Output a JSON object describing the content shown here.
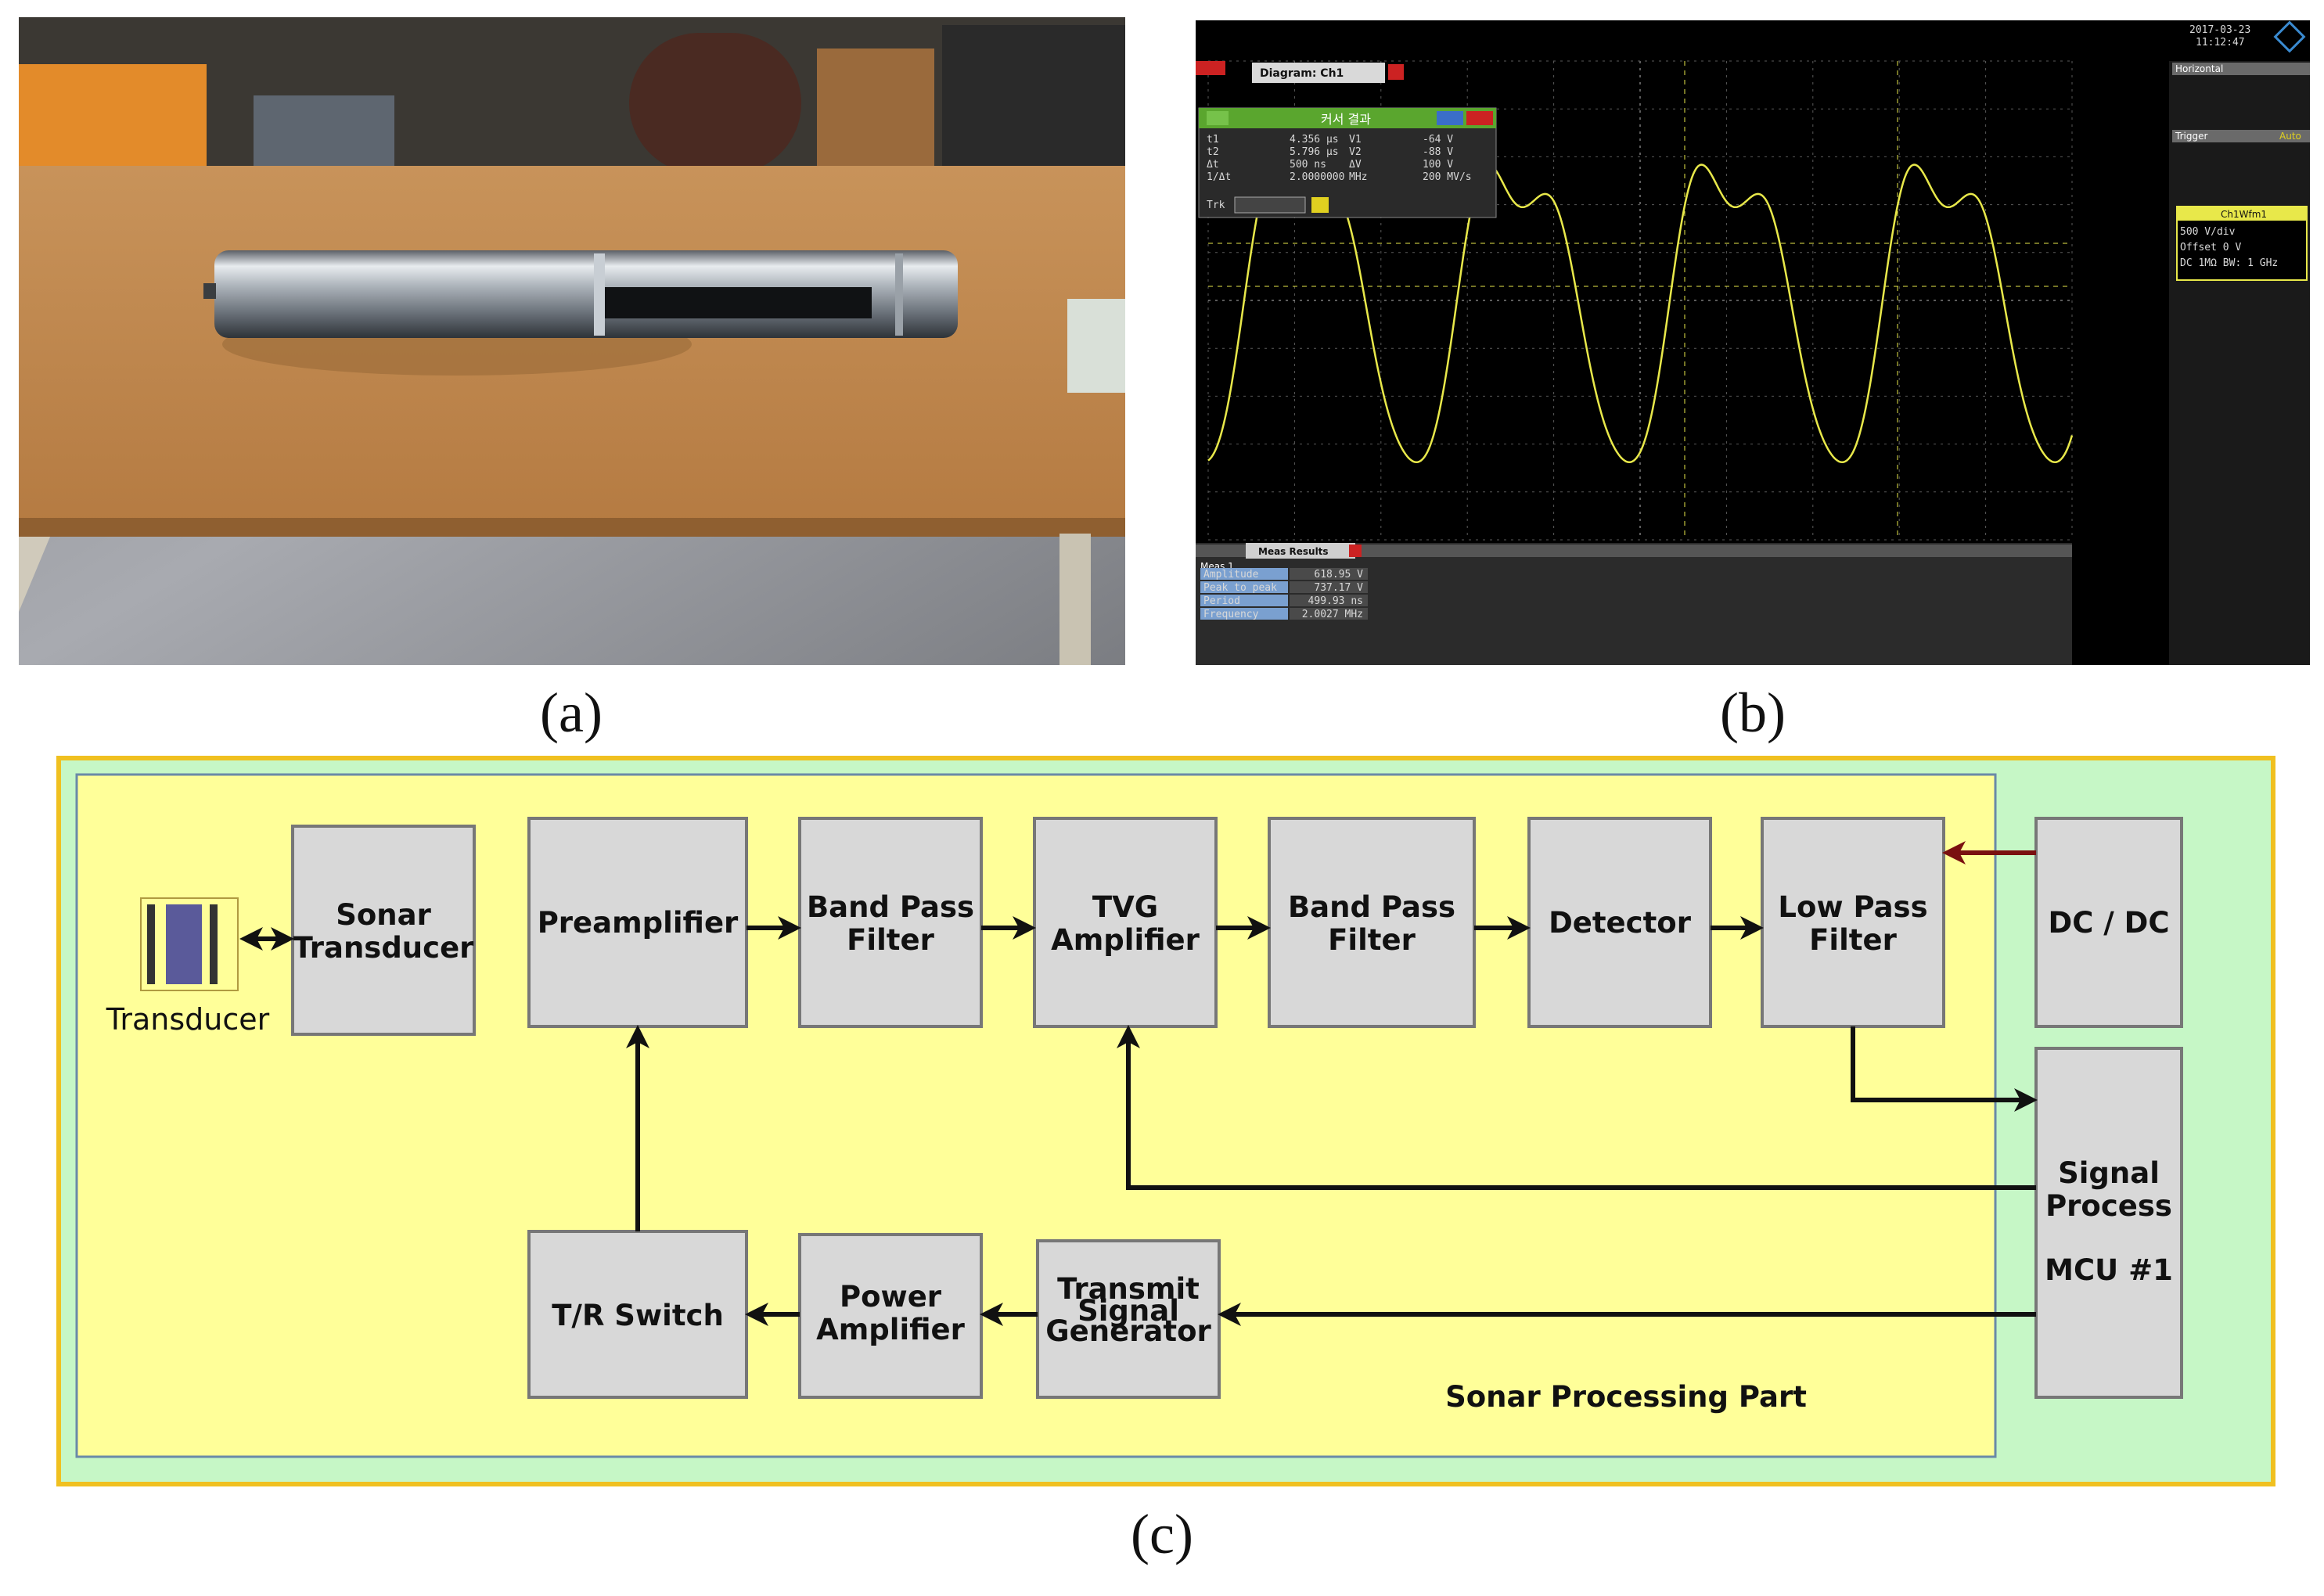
{
  "captions": {
    "a": "(a)",
    "b": "(b)",
    "c": "(c)"
  },
  "scope": {
    "tab_label": "Diagram: Ch1",
    "cursor_dialog_title": "커서 결과",
    "cursor_rows": [
      [
        "t1",
        "4.356 µs",
        "V1",
        "-64 V"
      ],
      [
        "t2",
        "5.796 µs",
        "V2",
        "-88 V"
      ],
      [
        "Δt",
        "500 ns",
        "ΔV",
        "100 V"
      ],
      [
        "1/Δt",
        "2.0000000",
        "MHz",
        "200 MV/s"
      ]
    ],
    "date": "2017-03-23",
    "time": "11:12:47",
    "horizontal_title": "Horizontal",
    "trigger_title": "Trigger",
    "trigger_mode": "Auto",
    "ch_title": "Ch1Wfm1",
    "ch_rows": [
      "500 V/div",
      "Offset 0 V",
      "DC 1MΩ  BW: 1 GHz"
    ],
    "meas_tab": "Meas Results",
    "meas_label": "Meas 1",
    "meas_rows": [
      [
        "Amplitude",
        "618.95 V"
      ],
      [
        "Peak to peak",
        "737.17 V"
      ],
      [
        "Period",
        "499.93 ns"
      ],
      [
        "Frequency",
        "2.0027 MHz"
      ]
    ]
  },
  "diagram": {
    "blocks": {
      "sonar_transducer": [
        "Sonar",
        "Transducer"
      ],
      "preamplifier": [
        "Preamplifier"
      ],
      "bpf1": [
        "Band Pass",
        "Filter"
      ],
      "tvg": [
        "TVG",
        "Amplifier"
      ],
      "bpf2": [
        "Band Pass",
        "Filter"
      ],
      "detector": [
        "Detector"
      ],
      "lpf": [
        "Low Pass",
        "Filter"
      ],
      "dcdc": [
        "DC / DC"
      ],
      "signal_process": [
        "Signal",
        "Process"
      ],
      "mcu": "MCU #1",
      "tr_switch": [
        "T/R Switch"
      ],
      "power_amp": [
        "Power",
        "Amplifier"
      ],
      "tx_gen": [
        "Transmit",
        "Signal",
        "Generator"
      ]
    },
    "transducer_label": "Transducer",
    "part_label": "Sonar Processing Part"
  }
}
